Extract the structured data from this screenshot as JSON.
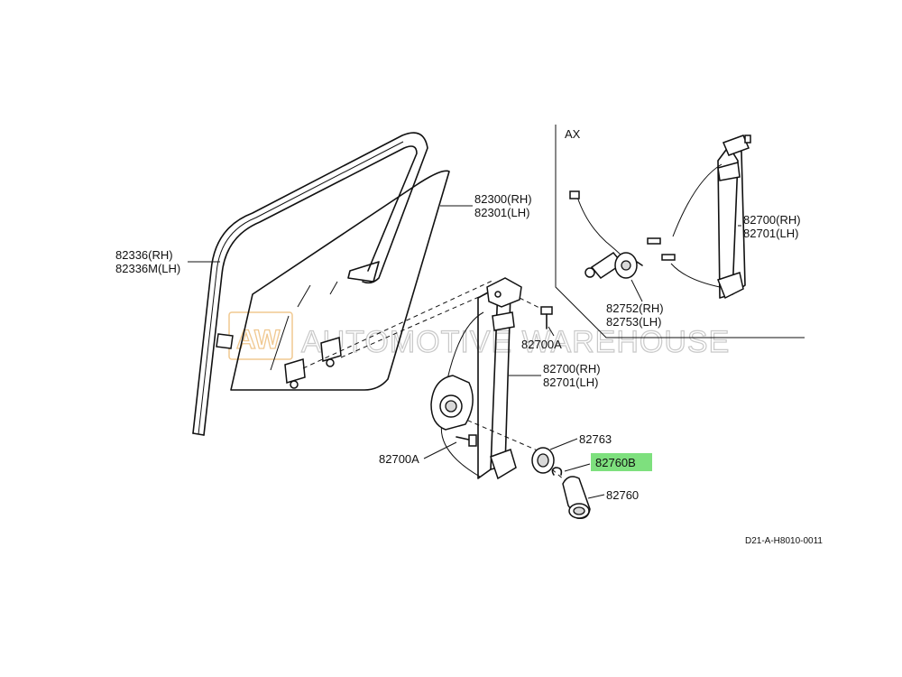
{
  "diagram": {
    "watermark": {
      "logo_text": "AW",
      "text": "AUTOMOTIVE WAREHOUSE"
    },
    "inset_label": "AX",
    "labels": {
      "glass_rh": "82300(RH)",
      "glass_lh": "82301(LH)",
      "channel_rh": "82336(RH)",
      "channel_lh": "82336M(LH)",
      "inset_regulator_rh": "82700(RH)",
      "inset_regulator_lh": "82701(LH)",
      "motor_rh": "82752(RH)",
      "motor_lh": "82753(LH)",
      "bolt_upper": "82700A",
      "regulator_rh": "82700(RH)",
      "regulator_lh": "82701(LH)",
      "bolt_lower": "82700A",
      "escutcheon": "82763",
      "clip": "82760B",
      "handle": "82760"
    },
    "highlight_color": "#7ee07e",
    "diagram_code": "D21-A-H8010-0011"
  }
}
